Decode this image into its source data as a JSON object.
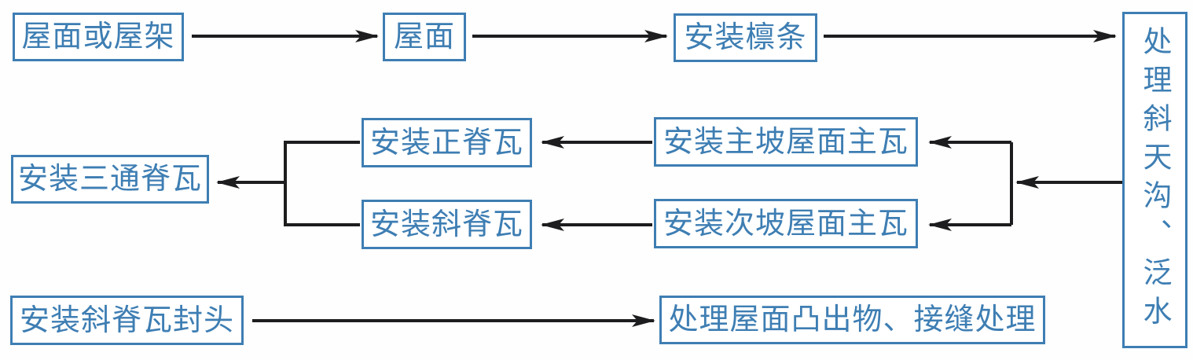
{
  "diagram": {
    "type": "flowchart",
    "language": "zh-CN",
    "colors": {
      "box_border": "#3e7eb3",
      "box_text": "#3e7eb3",
      "box_background": "#ffffff",
      "arrow": "#1d1d1f",
      "page_background": "#fefefe"
    },
    "nodes": {
      "roof_or_truss": {
        "label": "屋面或屋架"
      },
      "roof": {
        "label": "屋面"
      },
      "install_purlins": {
        "label": "安装檩条"
      },
      "treat_valley": {
        "label": "处理斜天沟、泛水",
        "orientation": "vertical"
      },
      "install_main_ridge": {
        "label": "安装正脊瓦"
      },
      "install_main_slope": {
        "label": "安装主坡屋面主瓦"
      },
      "install_three_way": {
        "label": "安装三通脊瓦"
      },
      "install_hip_ridge": {
        "label": "安装斜脊瓦"
      },
      "install_sec_slope": {
        "label": "安装次坡屋面主瓦"
      },
      "install_hip_cap": {
        "label": "安装斜脊瓦封头"
      },
      "treat_protrusions": {
        "label": "处理屋面凸出物、接缝处理"
      }
    },
    "edges": [
      {
        "from": "roof_or_truss",
        "to": "roof"
      },
      {
        "from": "roof",
        "to": "install_purlins"
      },
      {
        "from": "install_purlins",
        "to": "treat_valley"
      },
      {
        "from": "treat_valley",
        "to": "install_main_slope"
      },
      {
        "from": "treat_valley",
        "to": "install_sec_slope"
      },
      {
        "from": "install_main_slope",
        "to": "install_main_ridge"
      },
      {
        "from": "install_sec_slope",
        "to": "install_hip_ridge"
      },
      {
        "from": "install_main_ridge",
        "to": "install_three_way"
      },
      {
        "from": "install_hip_ridge",
        "to": "install_three_way"
      },
      {
        "from": "install_hip_cap",
        "to": "treat_protrusions"
      }
    ]
  }
}
